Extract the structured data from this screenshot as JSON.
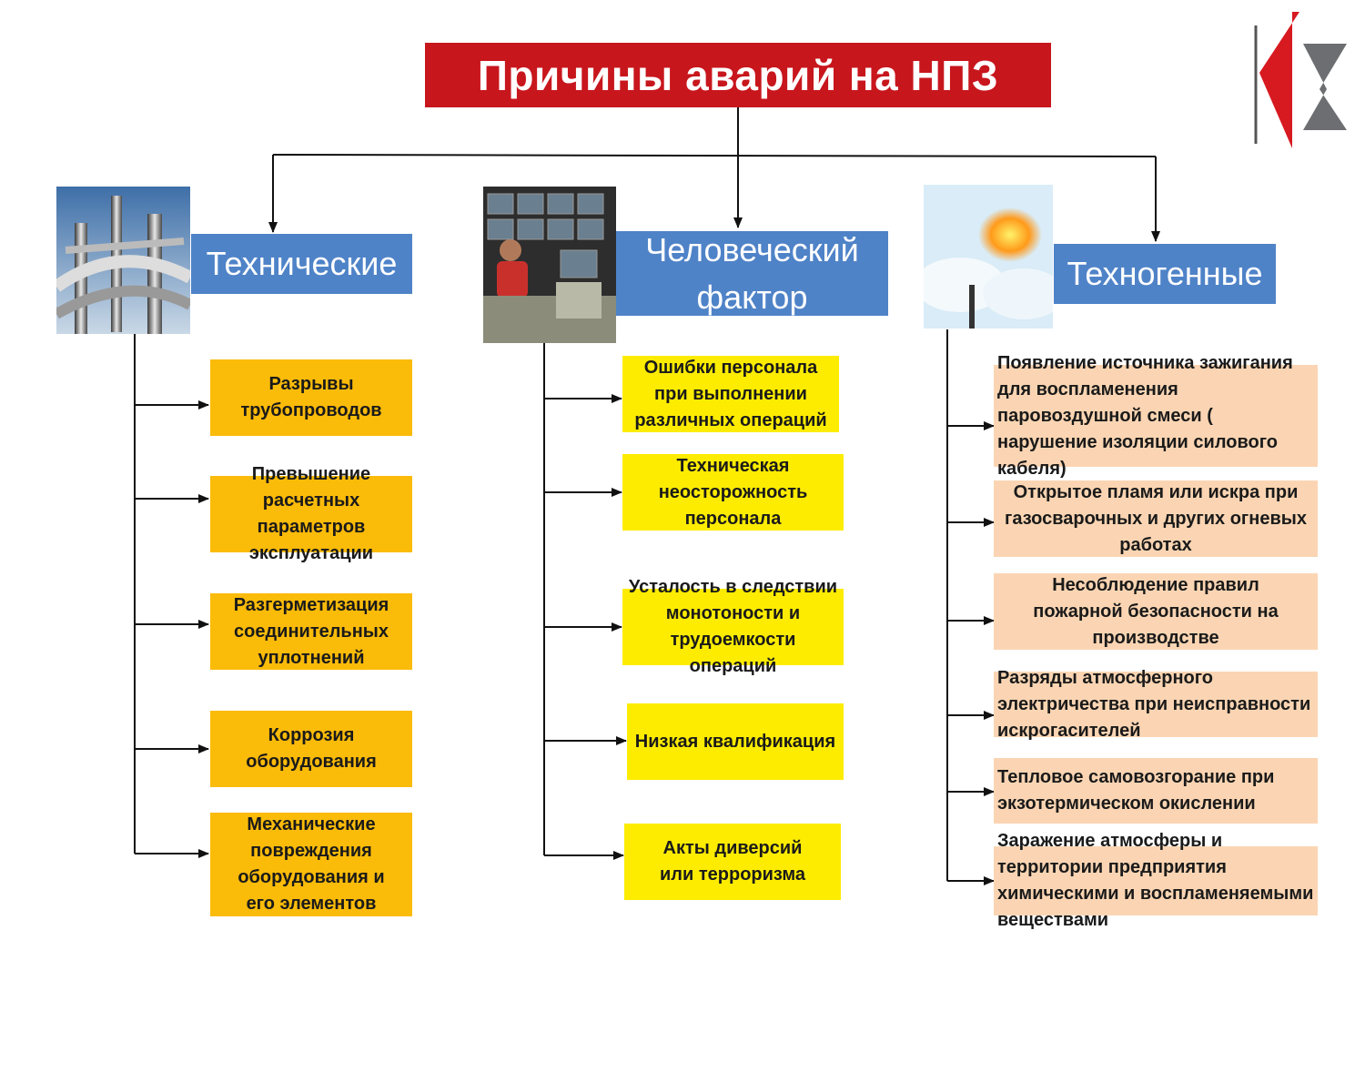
{
  "title": "Причины аварий на НПЗ",
  "colors": {
    "title_bg": "#c8161d",
    "category_bg": "#4f83c8",
    "technical_box": "#fbbb09",
    "human_box": "#fdec00",
    "technogenic_box": "#fbd5b3"
  },
  "categories": [
    {
      "label": "Технические",
      "icon": "pipeline-photo",
      "items": [
        "Разрывы трубопроводов",
        "Превышение расчетных параметров эксплуатации",
        "Разгерметизация соединительных уплотнений",
        "Коррозия оборудования",
        "Механические повреждения оборудования и его элементов"
      ]
    },
    {
      "label": "Человеческий фактор",
      "icon": "control-room-operator-photo",
      "items": [
        "Ошибки персонала при выполнении различных операций",
        "Техническая неосторожность персонала",
        "Усталость в следствии монотоности и трудоемкости операций",
        "Низкая квалификация",
        "Акты диверсий или терроризма"
      ]
    },
    {
      "label": "Техногенные",
      "icon": "gas-flare-photo",
      "items": [
        "Появление источника зажигания для воспламенения паровоздушной смеси ( нарушение изоляции силового кабеля)",
        "Открытое пламя или искра при газосварочных и других огневых работах",
        "Несоблюдение правил пожарной безопасности на  производстве",
        "Разряды атмосферного электричества при неисправности искрогасителей",
        "Тепловое самовозгорание при экзотермическом окислении",
        "Заражение атмосферы и территории предприятия  химическими и воспламеняемыми веществами"
      ]
    }
  ],
  "logo": "company-logo"
}
